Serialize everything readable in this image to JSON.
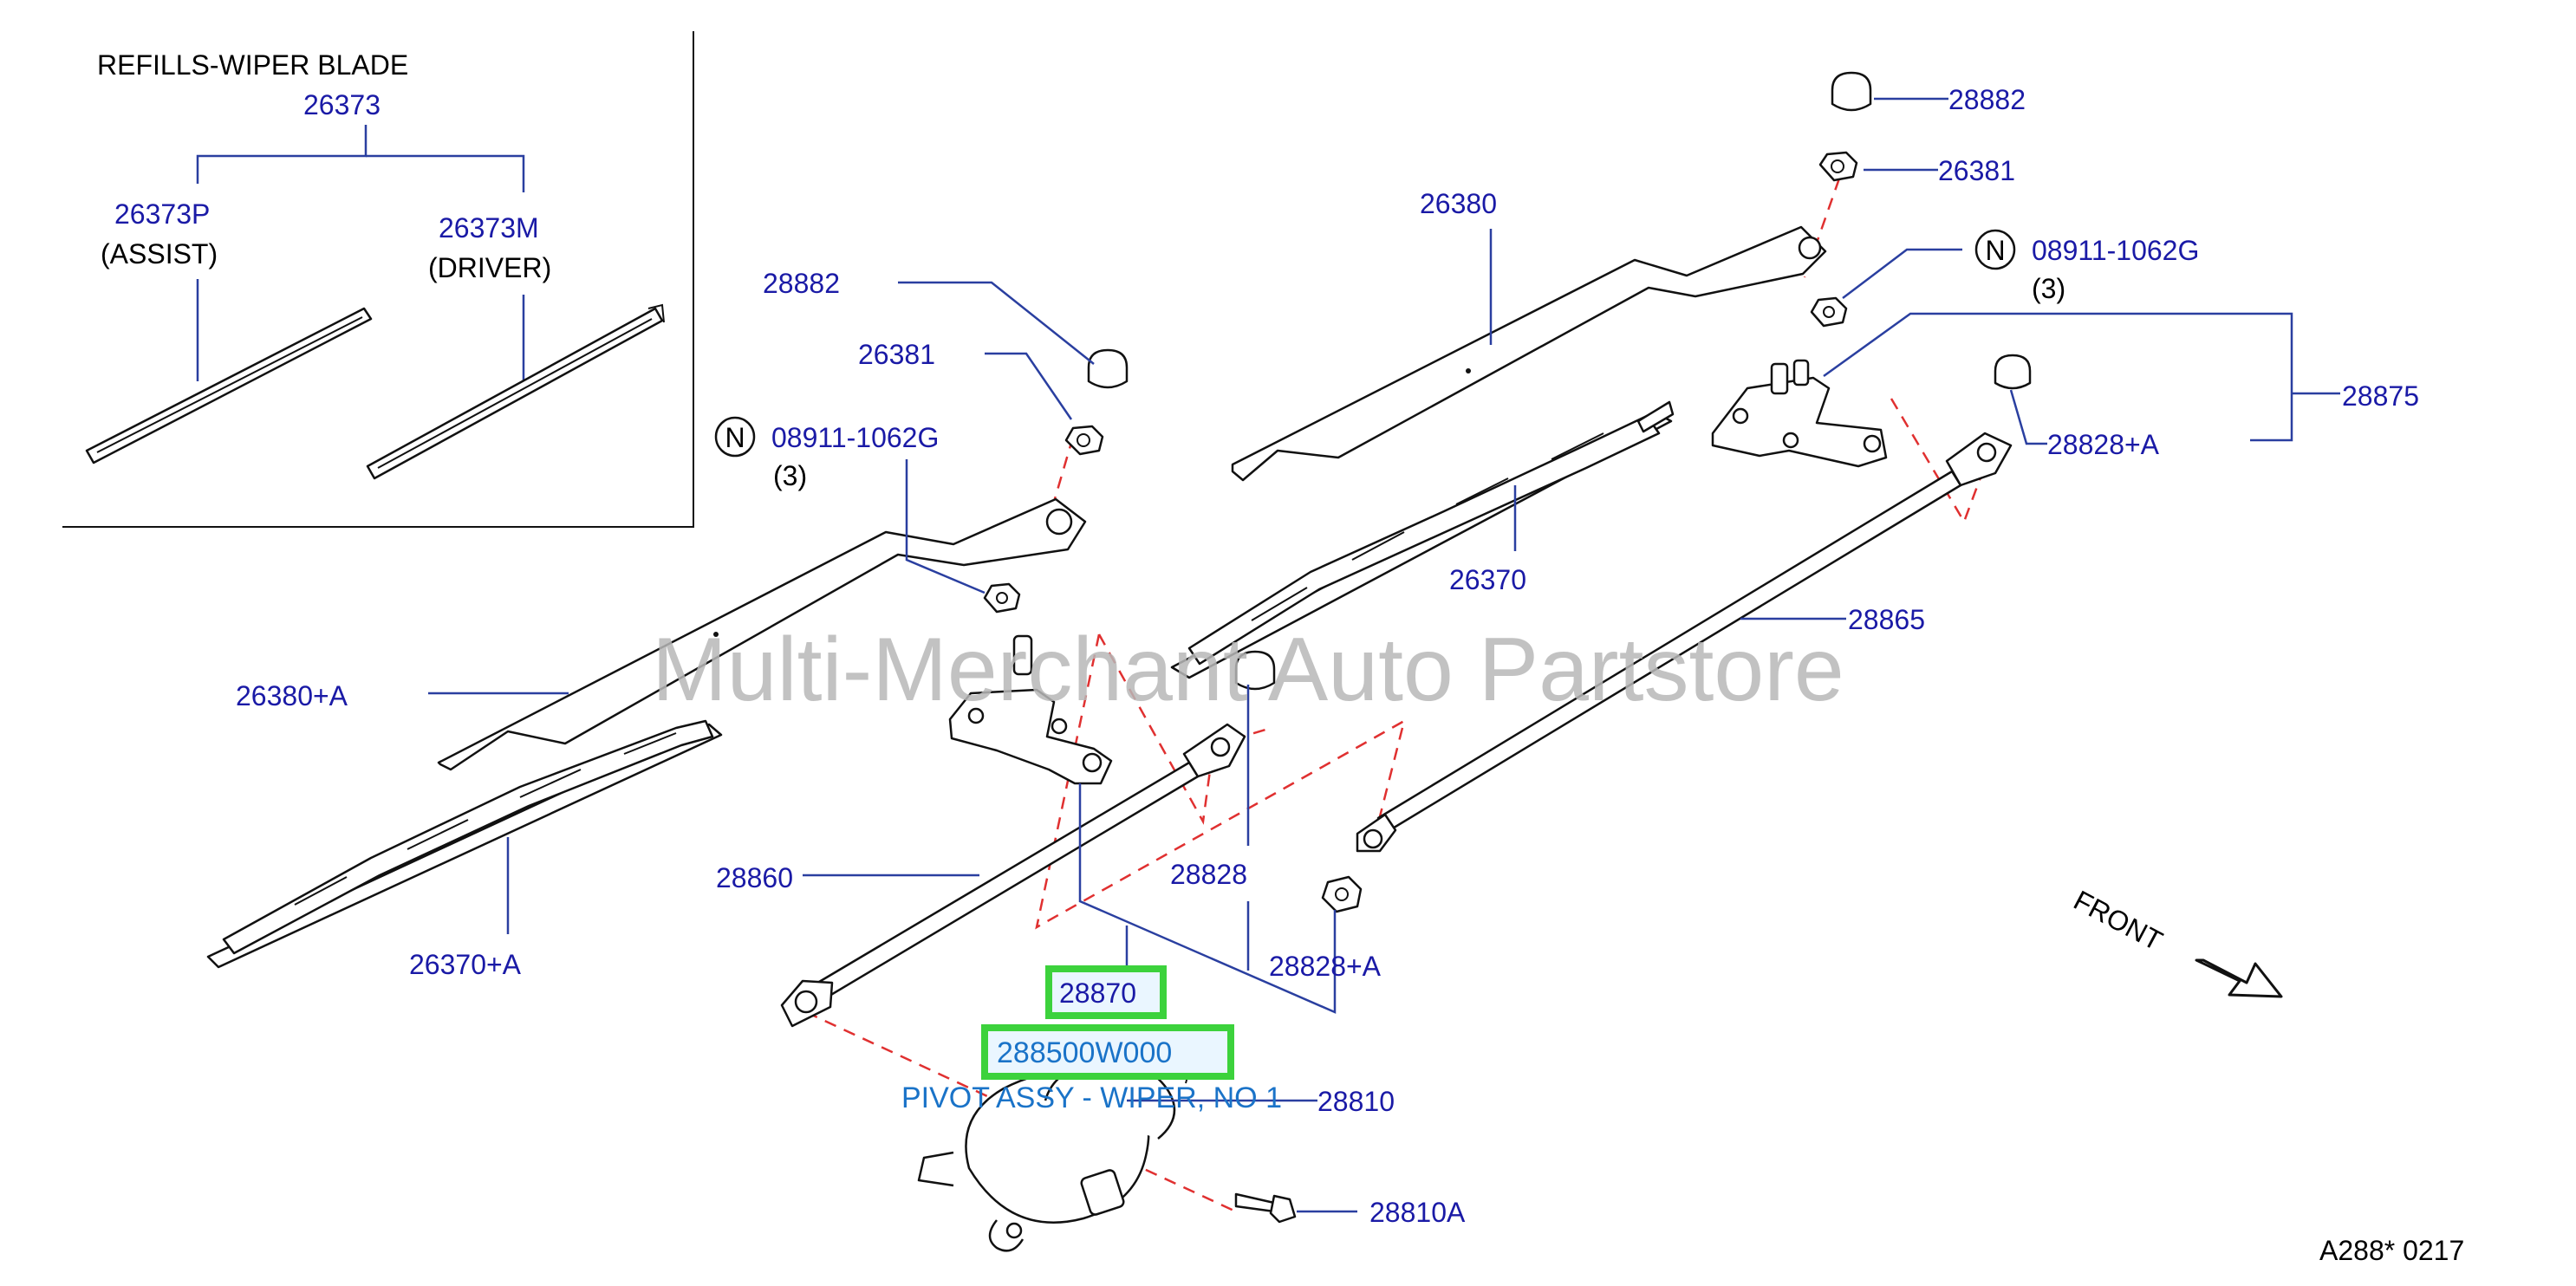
{
  "refills": {
    "title": "REFILLS-WIPER   BLADE",
    "part": "26373",
    "assist": {
      "part": "26373P",
      "note": "(ASSIST)"
    },
    "driver": {
      "part": "26373M",
      "note": "(DRIVER)"
    }
  },
  "callouts": {
    "p28882_right": "28882",
    "p26381_right": "26381",
    "p26380": "26380",
    "n_symbol_right": "N",
    "p08911_right": "08911-1062G",
    "qty_right": "(3)",
    "p28875": "28875",
    "p28828A_right": "28828+A",
    "p26370": "26370",
    "p28865": "28865",
    "p28882_left": "28882",
    "p26381_left": "26381",
    "n_symbol_left": "N",
    "p08911_left": "08911-1062G",
    "qty_left": "(3)",
    "p26380A": "26380+A",
    "p26370A": "26370+A",
    "p28860": "28860",
    "p28828": "28828",
    "p28828A_center": "28828+A",
    "p28870": "28870",
    "p28810": "28810",
    "p28810A": "28810A"
  },
  "highlight": {
    "part_number": "288500W000",
    "description": "PIVOT ASSY - WIPER, NO 1"
  },
  "direction": "FRONT",
  "diagram_code": "A288*   0217",
  "watermark": "Multi-Merchant Auto Partstore",
  "colors": {
    "part_label": "#1a1aa6",
    "leader": "#2a3fa0",
    "dashed_guide": "#e03030",
    "highlight_border": "#3cd23c",
    "highlight_text": "#1a73c8"
  }
}
